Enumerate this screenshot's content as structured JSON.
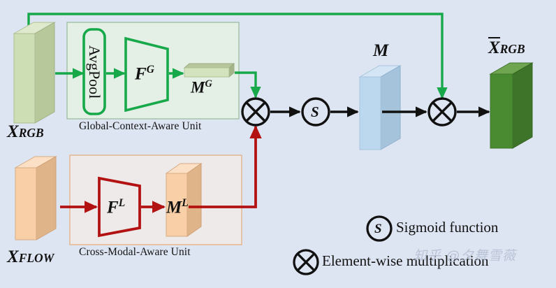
{
  "figure": {
    "background_color": "#dee5f2",
    "title": ""
  },
  "colors": {
    "green_accent": "#17a84a",
    "green_line": "#1aa94c",
    "red_accent": "#b31212",
    "black": "#111111",
    "rgb_cube_face": "#cdddb4",
    "rgb_cube_top": "#dfe9cd",
    "rgb_cube_side": "#b7c89b",
    "flow_cube_face": "#f9cfa8",
    "flow_cube_top": "#fbe0c6",
    "flow_cube_side": "#e0b489",
    "m_cube_face": "#bcd8ef",
    "m_cube_top": "#d4e6f6",
    "m_cube_side": "#a6c3dc",
    "out_cube_face": "#4a8b32",
    "out_cube_top": "#6fa550",
    "out_cube_side": "#3d7429",
    "mg_bar_face": "#d3e3bd",
    "mg_bar_top": "#b8c69c",
    "global_unit_fill": "#e4efe6",
    "global_unit_stroke": "#9bbd9f",
    "cross_unit_fill": "#efeaea",
    "cross_unit_stroke": "#e6b48a"
  },
  "inputs": {
    "rgb_label_base": "X",
    "rgb_label_sub": "RGB",
    "flow_label_base": "X",
    "flow_label_sub": "FLOW"
  },
  "global_unit": {
    "caption": "Global-Context-Aware Unit",
    "avgpool_label": "AvgPool",
    "fg_label_base": "F",
    "fg_label_sup": "G",
    "mg_label_base": "M",
    "mg_label_sup": "G"
  },
  "cross_unit": {
    "caption": "Cross-Modal-Aware Unit",
    "fl_label_base": "F",
    "fl_label_sup": "L",
    "ml_label_base": "M",
    "ml_label_sup": "L"
  },
  "operators": {
    "sigmoid_glyph": "S",
    "multiply_glyph": "⊗"
  },
  "outputs": {
    "mask_label": "M",
    "out_label_base": "X",
    "out_label_sub": "RGB"
  },
  "legend": {
    "items": [
      {
        "icon": "sigmoid-circle-icon",
        "glyph": "S",
        "text": "Sigmoid function"
      },
      {
        "icon": "multiply-circle-icon",
        "glyph": "⊗",
        "text": "Element-wise multiplication"
      }
    ]
  },
  "watermark": {
    "text": "知乎 @夕舞雪薇"
  }
}
